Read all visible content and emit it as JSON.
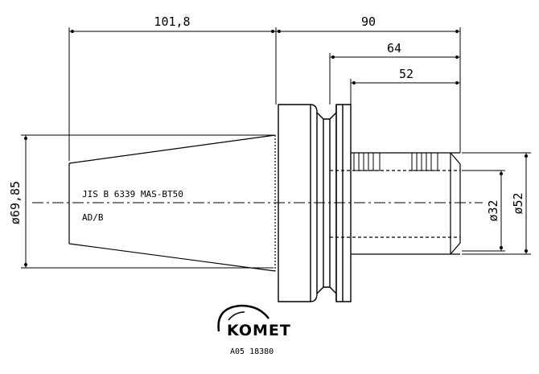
{
  "drawing": {
    "dimensions": {
      "overall_taper_length": "101,8",
      "overall_length": "90",
      "length_64": "64",
      "length_52": "52",
      "taper_diameter": "ø69,85",
      "bore_diameter": "ø32",
      "shank_diameter": "ø52"
    },
    "notes": {
      "spec": "JIS B 6339 MAS-BT50",
      "form": "AD/B"
    },
    "logo": {
      "brand": "KOMET",
      "part_number": "A05 18380"
    }
  }
}
